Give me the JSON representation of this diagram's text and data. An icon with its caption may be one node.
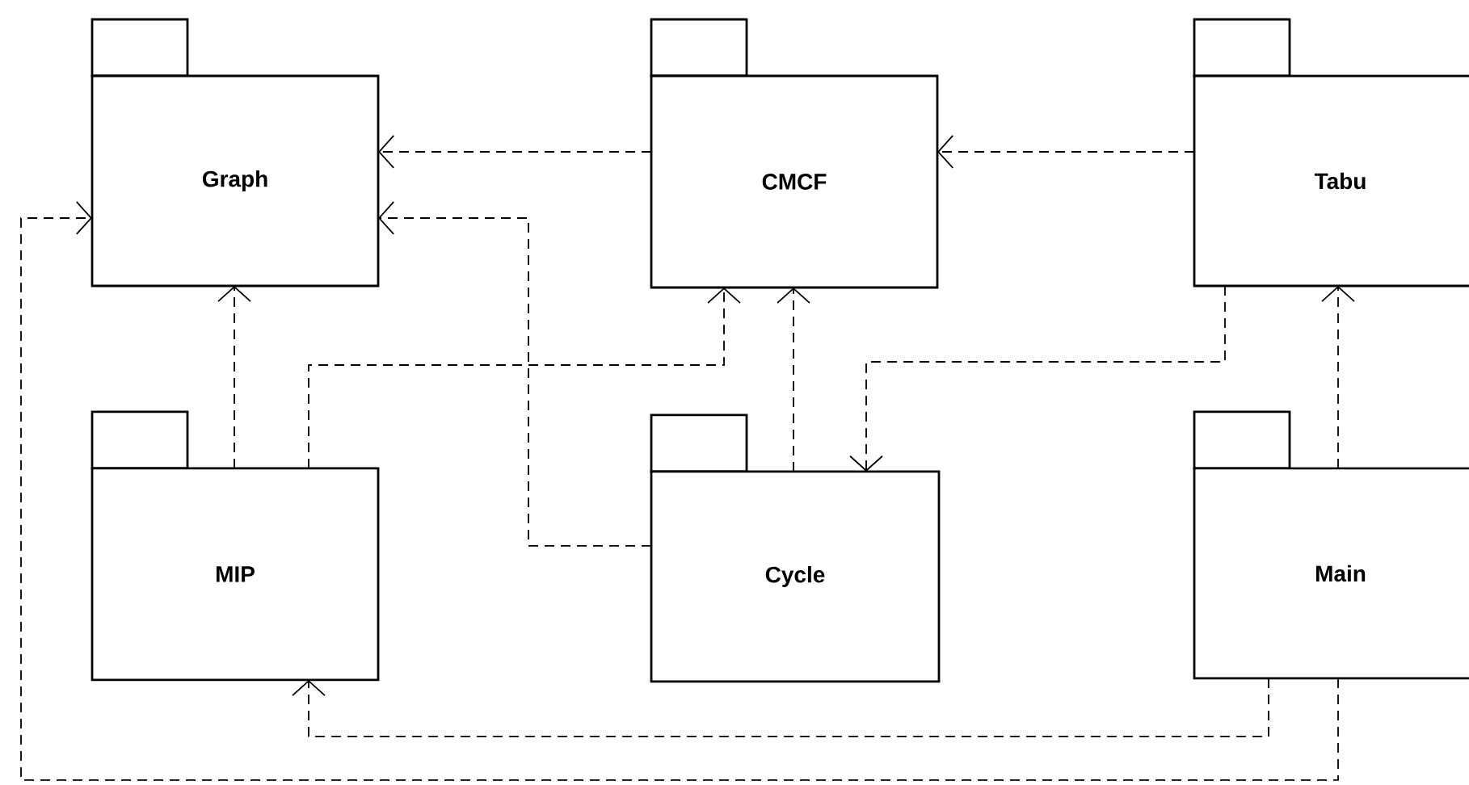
{
  "diagram": {
    "nodes": [
      {
        "text": [
          "Graph"
        ]
      },
      {
        "text": [
          "CMCF"
        ]
      },
      {
        "text": [
          "Tabu"
        ]
      },
      {
        "text": [
          "MIP"
        ]
      },
      {
        "text": [
          "Cycle"
        ]
      },
      {
        "text": [
          "Main"
        ]
      }
    ],
    "edges": [
      {
        "from": 1,
        "to": 0,
        "arrow": "to",
        "style": "dashed"
      },
      {
        "from": 2,
        "to": 1,
        "arrow": "to",
        "style": "dashed"
      },
      {
        "from": 3,
        "to": 0,
        "arrow": "to",
        "style": "dashed"
      },
      {
        "from": 3,
        "to": 1,
        "arrow": "to",
        "style": "dashed"
      },
      {
        "from": 4,
        "to": 0,
        "arrow": "to",
        "style": "dashed"
      },
      {
        "from": 4,
        "to": 1,
        "arrow": "to",
        "style": "dashed"
      },
      {
        "from": 2,
        "to": 4,
        "arrow": "to",
        "style": "dashed"
      },
      {
        "from": 5,
        "to": 2,
        "arrow": "to",
        "style": "dashed"
      },
      {
        "from": 5,
        "to": 3,
        "arrow": "to",
        "style": "dashed"
      },
      {
        "from": 5,
        "to": 0,
        "arrow": "to",
        "style": "dashed"
      }
    ]
  }
}
